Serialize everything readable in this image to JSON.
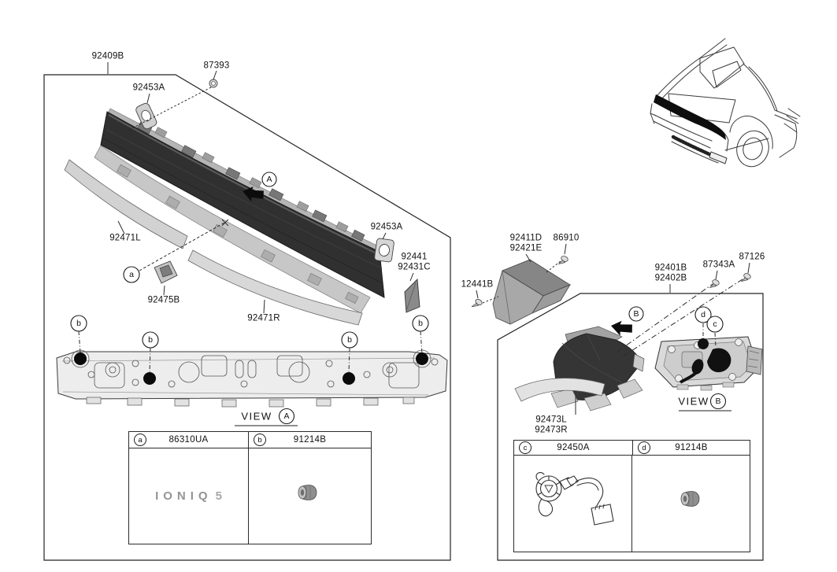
{
  "parts": {
    "assembly_ref": "92409B",
    "nut_87393": "87393",
    "pad_top": "92453A",
    "pad_right": "92453A",
    "garnish_left": "92471L",
    "bracket": "92475B",
    "garnish_right": "92471R",
    "wedge_upper": "92441",
    "wedge_lower": "92431C",
    "screw_12441b": "12441B",
    "cover_upper": "92411D",
    "cover_lower": "92421E",
    "screw_86910": "86910",
    "lamp_upper": "92401B",
    "lamp_lower": "92402B",
    "screw_87343a": "87343A",
    "screw_87126": "87126",
    "garnish2_upper": "92473L",
    "garnish2_lower": "92473R"
  },
  "callouts": {
    "a": "a",
    "b": "b",
    "c": "c",
    "d": "d",
    "view_a": "A",
    "view_b": "B"
  },
  "views": {
    "label": "VIEW"
  },
  "table_left": {
    "ref1": "a",
    "part1": "86310UA",
    "ref2": "b",
    "part2": "91214B",
    "emblem_text": "IONIQ",
    "emblem_number": "5"
  },
  "table_right": {
    "ref1": "c",
    "part1": "92450A",
    "ref2": "d",
    "part2": "91214B"
  },
  "colors": {
    "line": "#2b2b2b",
    "moulding_dark": "#303030",
    "metal_light": "#d6d6d6",
    "metal_mid": "#a8a8a8",
    "highlight_black": "#0e0e0e"
  }
}
